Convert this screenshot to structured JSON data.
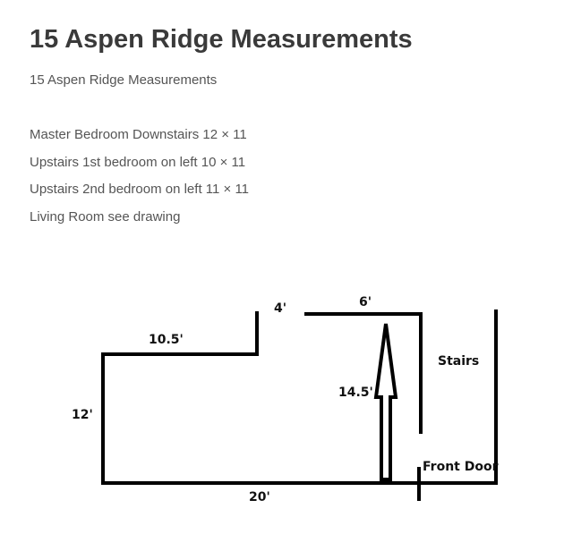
{
  "document": {
    "title": "15 Aspen Ridge Measurements",
    "subtitle": "15 Aspen Ridge Measurements",
    "lines": [
      "Master Bedroom Downstairs 12 × 11",
      "Upstairs 1st bedroom on left 10 × 11",
      "Upstairs 2nd bedroom on left 11 × 11",
      "Living Room see drawing"
    ]
  },
  "drawing": {
    "labels": {
      "left_top_wall": "10.5'",
      "left_wall": "12'",
      "bottom_wall": "20'",
      "notch_gap": "4'",
      "top_wall": "6'",
      "depth_arrow": "14.5'",
      "stairs": "Stairs",
      "front_door": "Front Door"
    }
  }
}
